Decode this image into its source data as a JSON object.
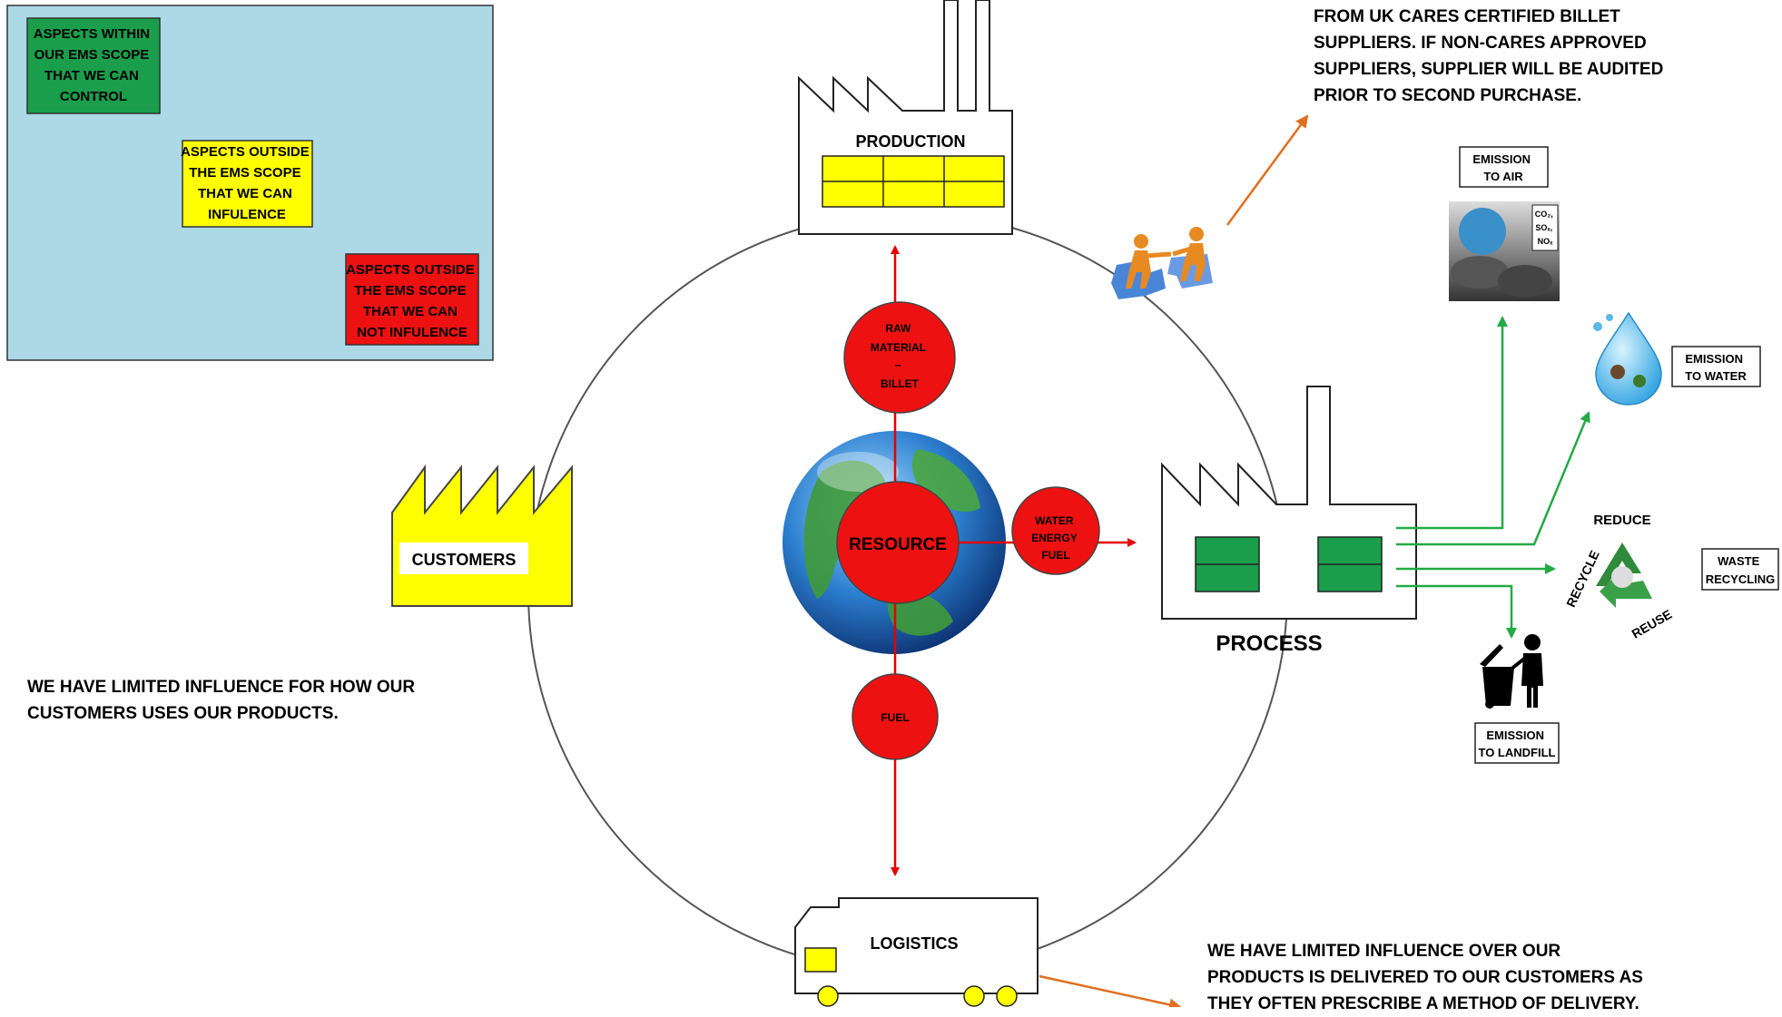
{
  "legend": {
    "box_color": "#add8e6",
    "items": [
      {
        "lines": [
          "ASPECTS WITHIN",
          "OUR EMS SCOPE",
          "THAT WE CAN",
          "CONTROL"
        ],
        "color": "#1a9e4b"
      },
      {
        "lines": [
          "ASPECTS OUTSIDE",
          "THE EMS SCOPE",
          "THAT WE CAN",
          "INFULENCE"
        ],
        "color": "#ffff00"
      },
      {
        "lines": [
          "ASPECTS OUTSIDE",
          "THE EMS SCOPE",
          "THAT WE CAN",
          "NOT INFULENCE"
        ],
        "color": "#ee1111"
      }
    ]
  },
  "nodes": {
    "production": "PRODUCTION",
    "customers": "CUSTOMERS",
    "process": "PROCESS",
    "logistics": "LOGISTICS",
    "resource": "RESOURCE",
    "raw_material": [
      "RAW",
      "MATERIAL",
      "–",
      "BILLET"
    ],
    "water_energy_fuel": [
      "WATER",
      "ENERGY",
      "FUEL"
    ],
    "fuel": "FUEL"
  },
  "emissions": {
    "air": [
      "EMISSION",
      "TO AIR"
    ],
    "air_gases": [
      "CO₂,",
      "SOₓ,",
      "NOₓ"
    ],
    "water": [
      "EMISSION",
      "TO WATER"
    ],
    "recycling": [
      "WASTE",
      "RECYCLING"
    ],
    "landfill": [
      "EMISSION",
      "TO LANDFILL"
    ],
    "recycle_words": [
      "REDUCE",
      "REUSE",
      "RECYCLE"
    ]
  },
  "notes": {
    "suppliers": "FROM UK CARES CERTIFIED BILLET\nSUPPLIERS. IF NON-CARES APPROVED\nSUPPLIERS, SUPPLIER WILL BE AUDITED\nPRIOR TO SECOND PURCHASE.",
    "customers": "WE HAVE LIMITED INFLUENCE FOR HOW OUR\nCUSTOMERS USES OUR PRODUCTS.",
    "logistics": "WE HAVE LIMITED INFLUENCE OVER OUR\nPRODUCTS IS DELIVERED TO OUR CUSTOMERS AS\nTHEY OFTEN PRESCRIBE A METHOD OF DELIVERY."
  },
  "colors": {
    "control": "#1a9e4b",
    "influence": "#ffff00",
    "no_influence": "#ee1111",
    "arrow_red": "#e60000",
    "arrow_green": "#22aa44",
    "arrow_orange": "#e07020"
  }
}
